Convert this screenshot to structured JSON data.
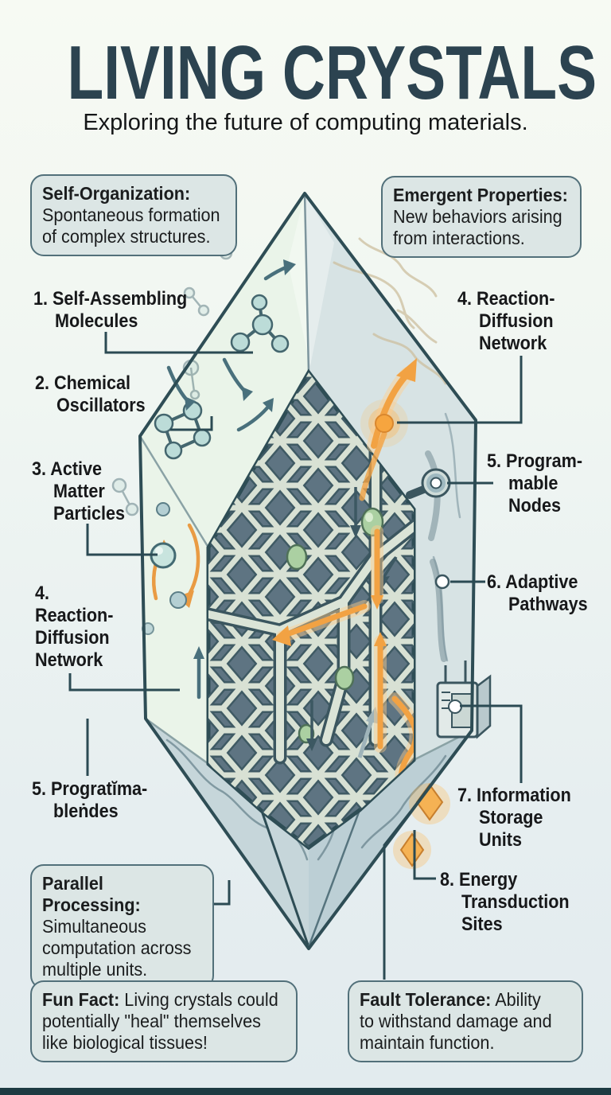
{
  "header": {
    "title": "LIVING CRYSTALS",
    "subtitle": "Exploring the future of computing materials."
  },
  "callouts": {
    "self_organization": {
      "title": "Self-Organization:",
      "body": "\nSpontaneous formation\nof complex structures."
    },
    "emergent_properties": {
      "title": "Emergent Properties:",
      "body": "\nNew behaviors arising\nfrom interactions."
    },
    "parallel_processing": {
      "title": "Parallel Processing:",
      "body": "\nSimultaneous\ncomputation across\nmultiple units."
    },
    "fun_fact": {
      "title": "Fun Fact:",
      "body": "Living crystals could\npotentially \"heal\" themselves\nlike biological tissues!"
    },
    "fault_tolerance": {
      "title": "Fault Tolerance:",
      "body": "Ability\nto withstand damage and\nmaintain function."
    }
  },
  "annotations": {
    "self_assembling_molecules": {
      "text": "1. Self-Assembling\nMolecules"
    },
    "chemical_oscillators": {
      "text": "2. Chemical\nOscillators"
    },
    "active_matter_particles": {
      "text": "3. Active\nMatter\nParticles"
    },
    "reaction_diffusion_left": {
      "text": "4.\nReaction-\nDiffusion\nNetwork"
    },
    "reaction_diffusion_right": {
      "text": "4. Reaction-\nDiffusion\nNetwork"
    },
    "programmable_nodes": {
      "text": "5. Program-\nmable\nNodes"
    },
    "adaptive_pathways": {
      "text": "6. Adaptive\nPathways"
    },
    "information_storage_units": {
      "text": "7. Information\nStorage\nUnits"
    },
    "energy_transduction_sites": {
      "text": "8. Energy\nTransduction\nSites"
    },
    "programmable_garbled": {
      "text": "5. Progratĭma-\nbleṅdes"
    }
  },
  "colors": {
    "title": "#2c4350",
    "callout_background": "#dce6e5",
    "callout_border": "#52707a",
    "leader_line": "#2b4a53",
    "accent_orange": "#f2a243",
    "crystal_edge": "#2e4d55",
    "footer_bar": "#1d3a42"
  }
}
